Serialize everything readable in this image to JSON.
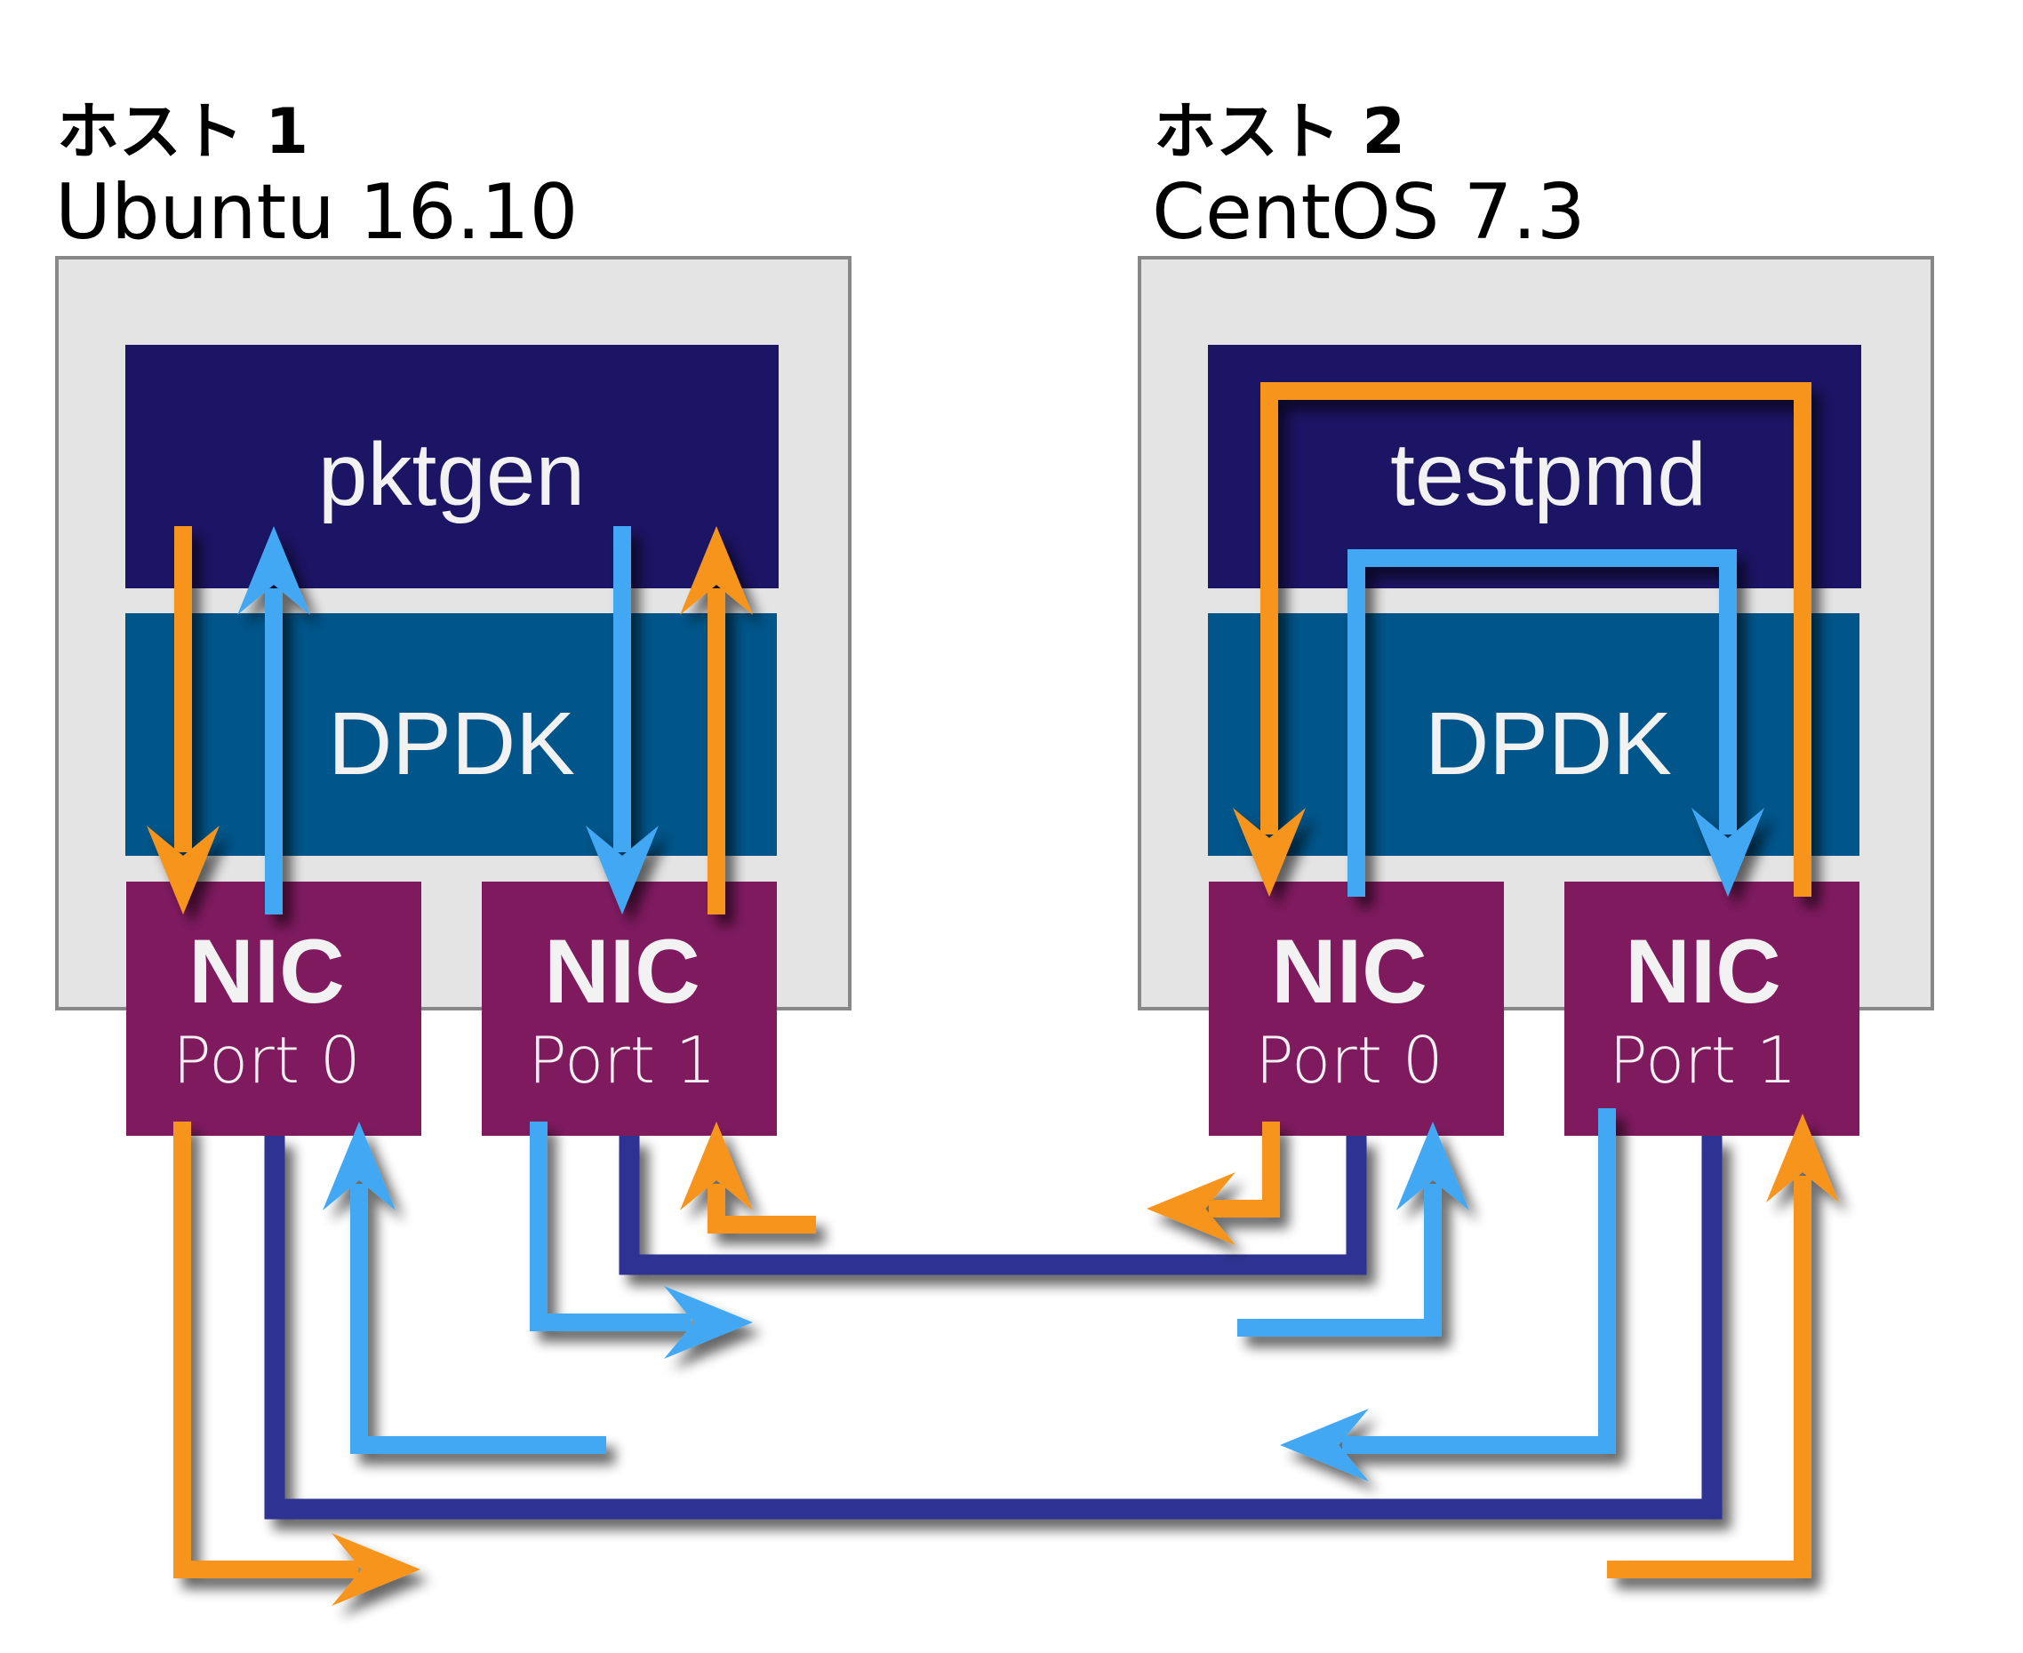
{
  "diagram": {
    "hosts": [
      {
        "id": "host1",
        "title": "ホスト 1",
        "os": "Ubuntu 16.10",
        "app": "pktgen",
        "stack": "DPDK",
        "nics": [
          {
            "label": "NIC",
            "port": "Port 0"
          },
          {
            "label": "NIC",
            "port": "Port 1"
          }
        ]
      },
      {
        "id": "host2",
        "title": "ホスト 2",
        "os": "CentOS 7.3",
        "app": "testpmd",
        "stack": "DPDK",
        "nics": [
          {
            "label": "NIC",
            "port": "Port 0"
          },
          {
            "label": "NIC",
            "port": "Port 1"
          }
        ]
      }
    ],
    "colors": {
      "host_bg": "#e4e4e4",
      "host_border": "#888888",
      "app_bg": "#1c1464",
      "dpdk_bg": "#00558a",
      "nic_bg": "#7f1a5f",
      "flow_orange": "#f7941d",
      "flow_light_blue": "#42a8f4",
      "cable_dark_blue": "#2e3192",
      "label_text": "#f2f2f2"
    },
    "flows": [
      {
        "name": "pktgen-port0-tx",
        "color": "flow_orange",
        "direction": "pktgen → Port 0"
      },
      {
        "name": "port0-to-pktgen-rx",
        "color": "flow_light_blue",
        "direction": "Port 0 → pktgen"
      },
      {
        "name": "pktgen-port1-tx",
        "color": "flow_light_blue",
        "direction": "pktgen → Port 1"
      },
      {
        "name": "port1-to-pktgen-rx",
        "color": "flow_orange",
        "direction": "Port 1 → pktgen"
      },
      {
        "name": "testpmd-forward-orange",
        "color": "flow_orange",
        "direction": "Port 1 → testpmd → Port 0"
      },
      {
        "name": "testpmd-forward-blue",
        "color": "flow_light_blue",
        "direction": "Port 0 → testpmd → Port 1"
      },
      {
        "name": "cable-h1p1-h2p0",
        "color": "cable_dark_blue",
        "direction": "Host1 Port 1 ↔ Host2 Port 0"
      },
      {
        "name": "cable-h1p0-h2p1",
        "color": "cable_dark_blue",
        "direction": "Host1 Port 0 ↔ Host2 Port 1"
      }
    ]
  }
}
